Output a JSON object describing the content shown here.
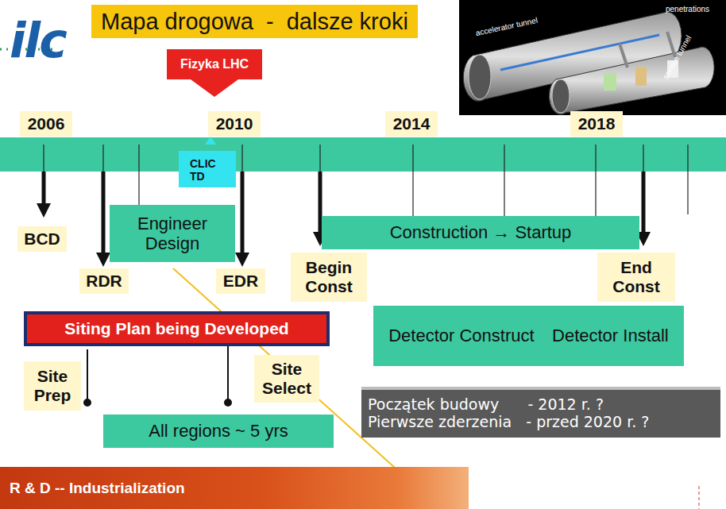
{
  "diagram": {
    "title": "Mapa drogowa  -  dalsze kroki",
    "nodes": [
      {
        "text": [
          "Fizyka LHC"
        ]
      },
      {
        "text": [
          "2006"
        ]
      },
      {
        "text": [
          "2010"
        ]
      },
      {
        "text": [
          "2014"
        ]
      },
      {
        "text": [
          "2018"
        ]
      },
      {
        "text": [
          "CLIC TD"
        ]
      },
      {
        "text": [
          "BCD"
        ]
      },
      {
        "text": [
          "Engineer Design"
        ]
      },
      {
        "text": [
          "RDR"
        ]
      },
      {
        "text": [
          "EDR"
        ]
      },
      {
        "text": [
          "Construction → Startup"
        ]
      },
      {
        "text": [
          "Begin Const"
        ]
      },
      {
        "text": [
          "End Const"
        ]
      },
      {
        "text": [
          "Siting Plan being Developed"
        ]
      },
      {
        "text": [
          "Detector Construct",
          "Detector Install"
        ]
      },
      {
        "text": [
          "Site Prep"
        ]
      },
      {
        "text": [
          "Site Select"
        ]
      },
      {
        "text": [
          "All regions ~ 5 yrs"
        ]
      },
      {
        "text": [
          "Początek budowy      - 2012 r. ?",
          "Pierwsze zderzenia   - przed 2020 r. ?"
        ]
      },
      {
        "text": [
          "R & D -- Industrialization"
        ]
      }
    ],
    "labels": [
      "ilc",
      "accelerator tunnel",
      "penetrations",
      "service tunnel"
    ]
  }
}
